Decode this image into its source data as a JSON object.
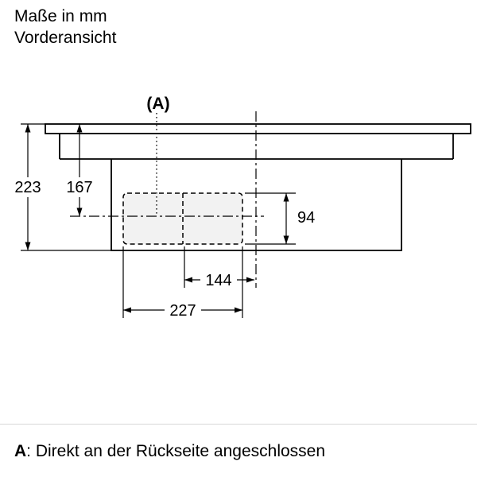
{
  "header": {
    "units_label": "Maße in mm",
    "view_label": "Vorderansicht"
  },
  "drawing": {
    "reference_label": "(A)",
    "dimensions": {
      "total_height": "223",
      "center_height": "167",
      "duct_height": "94",
      "duct_offset_width": "144",
      "unit_width": "227"
    }
  },
  "footer": {
    "reference": "A",
    "note": ": Direkt an der Rückseite angeschlossen"
  },
  "colors": {
    "line": "#000000",
    "divider": "#d8d8d8",
    "filter_fill": "#f2f2f2"
  }
}
